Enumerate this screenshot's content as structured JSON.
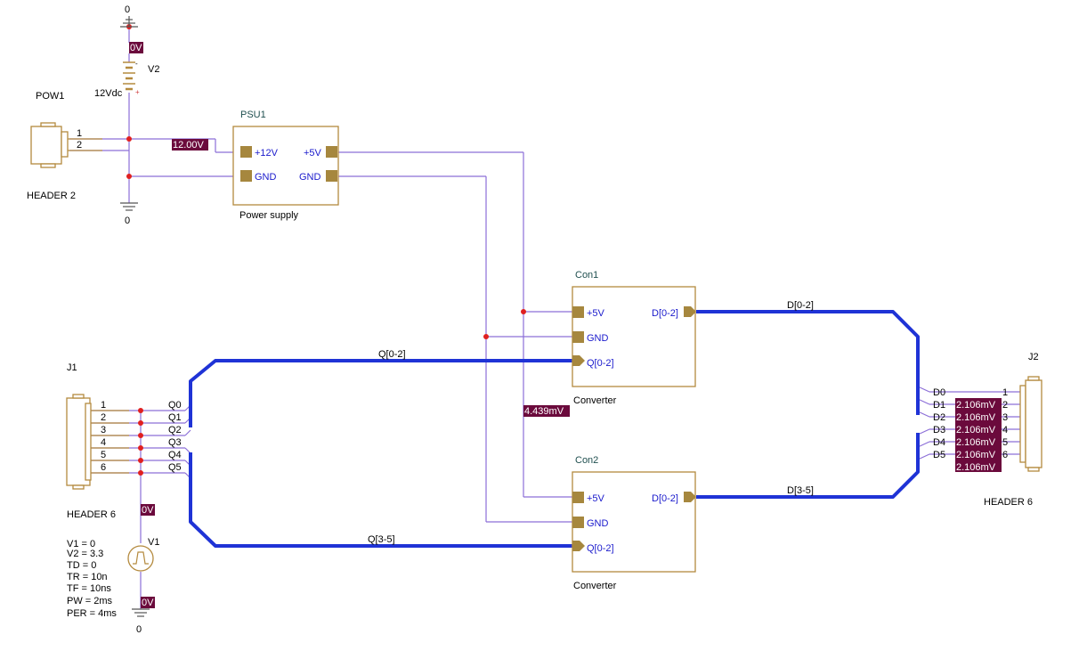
{
  "schematic": {
    "gnd_top": "0",
    "gnd_pow": "0",
    "gnd_v1": "0",
    "v2": {
      "ref": "V2",
      "value": "12Vdc",
      "minus": "-",
      "plus": "+"
    },
    "pow1": {
      "ref": "POW1",
      "name": "HEADER 2",
      "pins": [
        "1",
        "2"
      ]
    },
    "psu1": {
      "ref": "PSU1",
      "name": "Power supply",
      "pins": [
        "+12V",
        "GND",
        "+5V",
        "GND"
      ]
    },
    "con1": {
      "ref": "Con1",
      "name": "Converter",
      "pins": [
        "+5V",
        "GND",
        "Q[0-2]",
        "D[0-2]"
      ]
    },
    "con2": {
      "ref": "Con2",
      "name": "Converter",
      "pins": [
        "+5V",
        "GND",
        "Q[0-2]",
        "D[0-2]"
      ]
    },
    "j1": {
      "ref": "J1",
      "name": "HEADER 6",
      "pins": [
        "1",
        "2",
        "3",
        "4",
        "5",
        "6"
      ],
      "nets": [
        "Q0",
        "Q1",
        "Q2",
        "Q3",
        "Q4",
        "Q5"
      ]
    },
    "j2": {
      "ref": "J2",
      "name": "HEADER 6",
      "pins": [
        "1",
        "2",
        "3",
        "4",
        "5",
        "6"
      ],
      "nets": [
        "D0",
        "D1",
        "D2",
        "D3",
        "D4",
        "D5"
      ]
    },
    "v1": {
      "ref": "V1",
      "params": [
        "V1 = 0",
        "V2 = 3.3",
        "TD = 0",
        "TR = 10n",
        "TF = 10ns",
        "PW = 2ms",
        "PER = 4ms"
      ]
    },
    "buses": {
      "q_top": "Q[0-2]",
      "q_bot": "Q[3-5]",
      "d_top": "D[0-2]",
      "d_bot": "D[3-5]"
    },
    "voltage_markers": {
      "v2_top": "0V",
      "pow_12v": "12.00V",
      "gnd_net": "4.439mV",
      "v1_top": "0V",
      "v1_bot": "0V",
      "j2": [
        "2.106mV",
        "2.106mV",
        "2.106mV",
        "2.106mV",
        "2.106mV",
        "2.106mV"
      ]
    },
    "colors": {
      "wire": "#8c6fd8",
      "bus": "#1f33d6",
      "marker": "#6b0a3c",
      "part": "#b48a3e",
      "junction": "#e02020"
    }
  }
}
